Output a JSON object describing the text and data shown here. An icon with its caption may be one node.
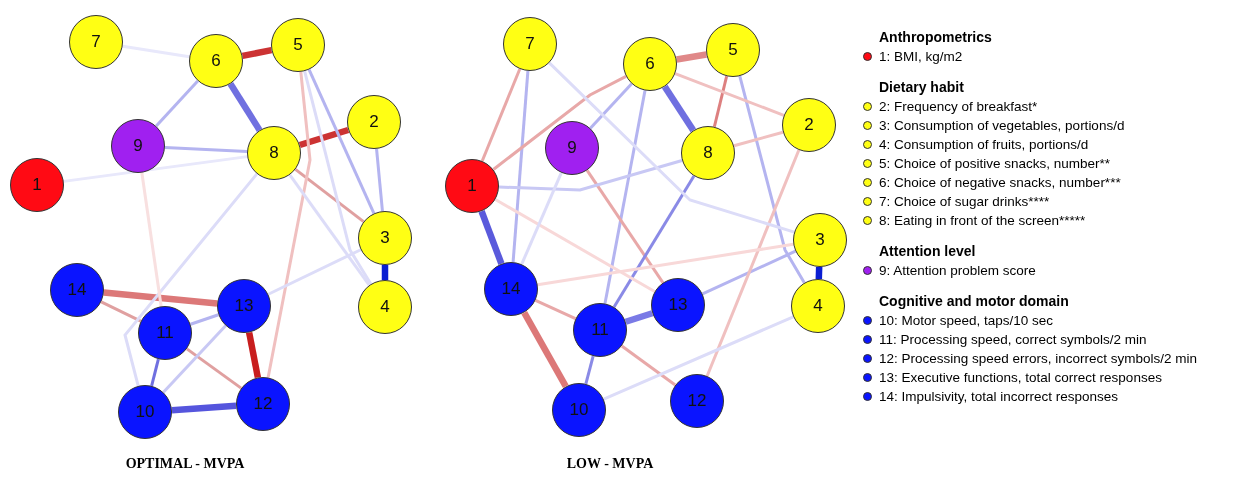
{
  "diagram": {
    "nodes": [
      {
        "text": [
          "1"
        ]
      },
      {
        "text": [
          "2"
        ]
      },
      {
        "text": [
          "3"
        ]
      },
      {
        "text": [
          "4"
        ]
      },
      {
        "text": [
          "5"
        ]
      },
      {
        "text": [
          "6"
        ]
      },
      {
        "text": [
          "7"
        ]
      },
      {
        "text": [
          "8"
        ]
      },
      {
        "text": [
          "9"
        ]
      },
      {
        "text": [
          "10"
        ]
      },
      {
        "text": [
          "11"
        ]
      },
      {
        "text": [
          "12"
        ]
      },
      {
        "text": [
          "13"
        ]
      },
      {
        "text": [
          "14"
        ]
      },
      {
        "text": [
          "1"
        ]
      },
      {
        "text": [
          "2"
        ]
      },
      {
        "text": [
          "3"
        ]
      },
      {
        "text": [
          "4"
        ]
      },
      {
        "text": [
          "5"
        ]
      },
      {
        "text": [
          "6"
        ]
      },
      {
        "text": [
          "7"
        ]
      },
      {
        "text": [
          "8"
        ]
      },
      {
        "text": [
          "9"
        ]
      },
      {
        "text": [
          "10"
        ]
      },
      {
        "text": [
          "11"
        ]
      },
      {
        "text": [
          "12"
        ]
      },
      {
        "text": [
          "13"
        ]
      },
      {
        "text": [
          "14"
        ]
      }
    ],
    "edges": [
      {
        "from": 5,
        "to": 4,
        "arrow": "none",
        "style": "thick",
        "color": "#cc3333"
      },
      {
        "from": 7,
        "to": 1,
        "arrow": "none",
        "style": "thick",
        "color": "#cc3333"
      },
      {
        "from": 5,
        "to": 7,
        "arrow": "none",
        "style": "thick",
        "color": "#7070e0"
      },
      {
        "from": 8,
        "to": 5,
        "arrow": "none",
        "color": "#b4b4f0"
      },
      {
        "from": 8,
        "to": 7,
        "arrow": "none",
        "color": "#b4b4f0"
      },
      {
        "from": 7,
        "to": 2,
        "arrow": "none",
        "color": "#e0a0a0"
      },
      {
        "from": 4,
        "to": 2,
        "arrow": "none",
        "color": "#b4b4f0"
      },
      {
        "from": 1,
        "to": 2,
        "arrow": "none",
        "color": "#b4b4f0"
      },
      {
        "from": 4,
        "to": 3,
        "arrow": "none",
        "color": "#dcdcf8"
      },
      {
        "from": 2,
        "to": 3,
        "arrow": "none",
        "style": "thick",
        "color": "#0a1ed2"
      },
      {
        "from": 4,
        "to": 11,
        "arrow": "none",
        "color": "#f0c0c0"
      },
      {
        "from": 6,
        "to": 5,
        "arrow": "none",
        "color": "#e8e8fb"
      },
      {
        "from": 0,
        "to": 7,
        "arrow": "none",
        "color": "#e8e8fb"
      },
      {
        "from": 13,
        "to": 12,
        "arrow": "none",
        "style": "thick",
        "color": "#dc7878"
      },
      {
        "from": 13,
        "to": 10,
        "arrow": "none",
        "color": "#e0a0a0"
      },
      {
        "from": 10,
        "to": 12,
        "arrow": "none",
        "color": "#b4b4f0"
      },
      {
        "from": 10,
        "to": 11,
        "arrow": "none",
        "color": "#e0a0a0"
      },
      {
        "from": 12,
        "to": 11,
        "arrow": "none",
        "style": "thick",
        "color": "#c81e1e"
      },
      {
        "from": 9,
        "to": 10,
        "arrow": "none",
        "color": "#7070e0"
      },
      {
        "from": 9,
        "to": 11,
        "arrow": "none",
        "style": "thick",
        "color": "#5555dd"
      },
      {
        "from": 9,
        "to": 12,
        "arrow": "none",
        "color": "#c8c8f4"
      },
      {
        "from": 12,
        "to": 2,
        "arrow": "none",
        "color": "#dcdcf8"
      },
      {
        "from": 9,
        "to": 7,
        "arrow": "none",
        "color": "#dcdcf8"
      },
      {
        "from": 8,
        "to": 10,
        "arrow": "none",
        "color": "#f8e0e0"
      },
      {
        "from": 7,
        "to": 3,
        "arrow": "none",
        "color": "#dcdcf8"
      },
      {
        "from": 19,
        "to": 18,
        "arrow": "none",
        "style": "thick",
        "color": "#e08888"
      },
      {
        "from": 18,
        "to": 21,
        "arrow": "none",
        "color": "#dd8080"
      },
      {
        "from": 19,
        "to": 21,
        "arrow": "none",
        "style": "thick",
        "color": "#6f6fe0"
      },
      {
        "from": 20,
        "to": 14,
        "arrow": "none",
        "color": "#e8a8a8"
      },
      {
        "from": 20,
        "to": 27,
        "arrow": "none",
        "color": "#b4b4f0"
      },
      {
        "from": 14,
        "to": 19,
        "arrow": "none",
        "color": "#e8a8a8"
      },
      {
        "from": 14,
        "to": 27,
        "arrow": "none",
        "style": "thick",
        "color": "#5a5adc"
      },
      {
        "from": 19,
        "to": 24,
        "arrow": "none",
        "color": "#b4b4f0"
      },
      {
        "from": 19,
        "to": 22,
        "arrow": "none",
        "color": "#b4b4f0"
      },
      {
        "from": 22,
        "to": 26,
        "arrow": "none",
        "color": "#e8a8a8"
      },
      {
        "from": 21,
        "to": 24,
        "arrow": "none",
        "color": "#8a8ae6"
      },
      {
        "from": 27,
        "to": 24,
        "arrow": "none",
        "color": "#e8a8a8"
      },
      {
        "from": 27,
        "to": 23,
        "arrow": "none",
        "style": "thick",
        "color": "#dc7878"
      },
      {
        "from": 24,
        "to": 26,
        "arrow": "none",
        "style": "thick",
        "color": "#7a7ae6"
      },
      {
        "from": 24,
        "to": 23,
        "arrow": "none",
        "color": "#8a8ae6"
      },
      {
        "from": 24,
        "to": 25,
        "arrow": "none",
        "color": "#e8a8a8"
      },
      {
        "from": 26,
        "to": 16,
        "arrow": "none",
        "color": "#b4b4f0"
      },
      {
        "from": 18,
        "to": 17,
        "arrow": "none",
        "color": "#b4b4f0"
      },
      {
        "from": 16,
        "to": 17,
        "arrow": "none",
        "style": "thick",
        "color": "#0a1ed2"
      },
      {
        "from": 15,
        "to": 25,
        "arrow": "none",
        "color": "#f0c0c0"
      },
      {
        "from": 19,
        "to": 15,
        "arrow": "none",
        "color": "#f0c0c0"
      },
      {
        "from": 21,
        "to": 15,
        "arrow": "none",
        "color": "#f0c0c0"
      },
      {
        "from": 14,
        "to": 21,
        "arrow": "none",
        "color": "#c8c8f4"
      },
      {
        "from": 20,
        "to": 16,
        "arrow": "none",
        "color": "#dcdcf8"
      },
      {
        "from": 14,
        "to": 26,
        "arrow": "none",
        "color": "#f8d8d8"
      },
      {
        "from": 23,
        "to": 17,
        "arrow": "none",
        "color": "#dcdcf8"
      },
      {
        "from": 27,
        "to": 16,
        "arrow": "none",
        "color": "#f8d8d8"
      },
      {
        "from": 22,
        "to": 27,
        "arrow": "none",
        "color": "#dcdcf8"
      }
    ],
    "labels": [
      "Anthropometrics",
      "Dietary habit",
      "Attention level",
      "Cognitive and motor domain",
      "OPTIMAL - MVPA",
      "LOW - MVPA"
    ],
    "legend": [
      {
        "text": "1: BMI, kg/m2",
        "color": "#ff0a14"
      },
      {
        "text": "2: Frequency of breakfast*",
        "color": "#ffff14"
      },
      {
        "text": "3: Consumption of vegetables, portions/d",
        "color": "#ffff14"
      },
      {
        "text": "4: Consumption of fruits, portions/d",
        "color": "#ffff14"
      },
      {
        "text": "5: Choice of positive snacks, number**",
        "color": "#ffff14"
      },
      {
        "text": "6: Choice of negative snacks, number***",
        "color": "#ffff14"
      },
      {
        "text": "7: Choice of sugar drinks****",
        "color": "#ffff14"
      },
      {
        "text": "8: Eating in front of the screen*****",
        "color": "#ffff14"
      },
      {
        "text": "9: Attention problem score",
        "color": "#a020f0"
      },
      {
        "text": "10: Motor speed, taps/10 sec",
        "color": "#0a14ff"
      },
      {
        "text": "11: Processing speed, correct symbols/2 min",
        "color": "#0a14ff"
      },
      {
        "text": "12: Processing speed errors, incorrect symbols/2 min",
        "color": "#0a14ff"
      },
      {
        "text": "13: Executive functions, total correct responses",
        "color": "#0a14ff"
      },
      {
        "text": "14: Impulsivity, total incorrect responses",
        "color": "#0a14ff"
      }
    ]
  }
}
